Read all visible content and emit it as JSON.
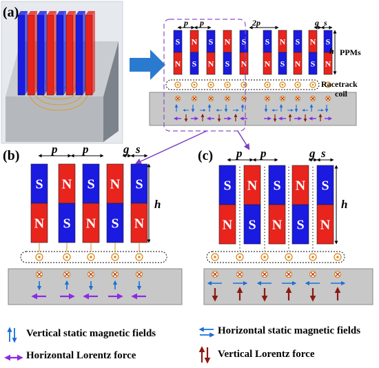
{
  "panels": {
    "a": {
      "label": "(a)",
      "dim_labels": {
        "p1": "p",
        "p2": "p",
        "two_p": "2p",
        "g": "g",
        "s": "s",
        "h": "h"
      },
      "ppms_label": "PPMs",
      "coil_label_line1": "Racetrack",
      "coil_label_line2": "coil",
      "magnets": {
        "left": [
          [
            "S",
            "N"
          ],
          [
            "N",
            "S"
          ],
          [
            "S",
            "N"
          ],
          [
            "N",
            "S"
          ],
          [
            "S",
            "N"
          ]
        ],
        "right": [
          [
            "S",
            "N"
          ],
          [
            "N",
            "S"
          ],
          [
            "S",
            "N"
          ],
          [
            "N",
            "S"
          ],
          [
            "S",
            "N"
          ]
        ]
      }
    },
    "b": {
      "label": "(b)",
      "dim_labels": {
        "p1": "p",
        "p2": "p",
        "g": "g",
        "s": "s",
        "h": "h"
      },
      "magnets": [
        [
          "S",
          "N"
        ],
        [
          "N",
          "S"
        ],
        [
          "S",
          "N"
        ],
        [
          "N",
          "S"
        ],
        [
          "S",
          "N"
        ]
      ]
    },
    "c": {
      "label": "(c)",
      "dim_labels": {
        "p1": "p",
        "p2": "p",
        "g": "g",
        "s": "s",
        "h": "h"
      },
      "magnets": [
        [
          "S",
          "N"
        ],
        [
          "N",
          "S"
        ],
        [
          "S",
          "N"
        ],
        [
          "N",
          "S"
        ],
        [
          "S",
          "N"
        ]
      ]
    }
  },
  "legend": {
    "vertical_field": "Vertical static magnetic fields",
    "horizontal_force": "Horizontal Lorentz force",
    "horizontal_field": "Horizontal static magnetic fields",
    "vertical_force": "Vertical Lorentz force"
  },
  "colors": {
    "north": "#e8241d",
    "south": "#1a1ae0",
    "plate": "#c8c8c8",
    "blue_arrow": "#1a6fd8",
    "purple_arrow": "#8a2be2",
    "darkred_arrow": "#8b1a10",
    "coil_ring": "#d98a1c",
    "dash_box": "#8a4fc2"
  }
}
